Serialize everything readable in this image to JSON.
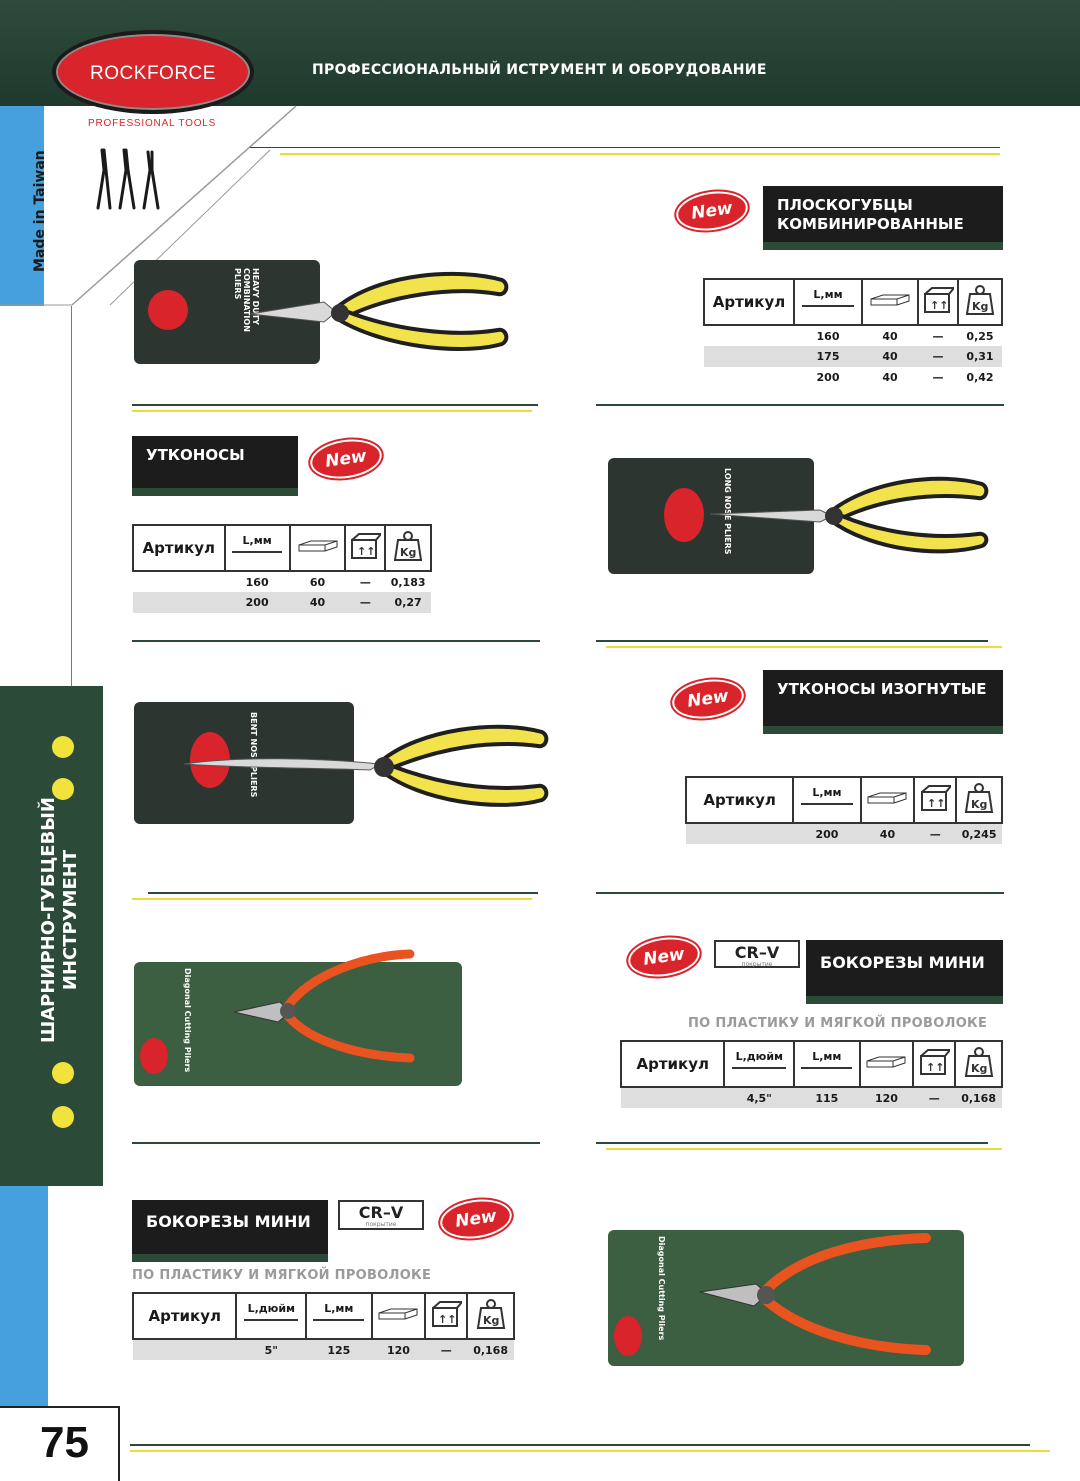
{
  "header": {
    "brand": "ROCKFORCE",
    "brand_sub": "PROFESSIONAL TOOLS",
    "tagline": "ПРОФЕССИОНАЛЬНЫЙ ИСТРУМЕНТ И ОБОРУДОВАНИЕ"
  },
  "sidebar": {
    "made_in": "Made in Taiwan",
    "category": "ШАРНИРНО-ГУБЦЕВЫЙ ИНСТРУМЕНТ"
  },
  "page_number": "75",
  "badges": {
    "new": "New",
    "crv": "CR–V",
    "crv_sub": "покрытие"
  },
  "table_headers": {
    "article": "Артикул",
    "length_mm": "L,мм",
    "length_inch": "L,дюйм",
    "kg": "Kg"
  },
  "products": [
    {
      "title": "ПЛОСКОГУБЦЫ КОМБИНИРОВАННЫЕ",
      "rows": [
        [
          "",
          "160",
          "40",
          "—",
          "0,25"
        ],
        [
          "",
          "175",
          "40",
          "—",
          "0,31"
        ],
        [
          "",
          "200",
          "40",
          "—",
          "0,42"
        ]
      ]
    },
    {
      "title": "УТКОНОСЫ",
      "rows": [
        [
          "",
          "160",
          "60",
          "—",
          "0,183"
        ],
        [
          "",
          "200",
          "40",
          "—",
          "0,27"
        ]
      ]
    },
    {
      "title": "УТКОНОСЫ ИЗОГНУТЫЕ",
      "rows": [
        [
          "",
          "200",
          "40",
          "—",
          "0,245"
        ]
      ]
    },
    {
      "title": "БОКОРЕЗЫ МИНИ",
      "subtitle": "ПО ПЛАСТИКУ И МЯГКОЙ ПРОВОЛОКЕ",
      "rows": [
        [
          "",
          "4,5\"",
          "115",
          "120",
          "—",
          "0,168"
        ]
      ]
    },
    {
      "title": "БОКОРЕЗЫ МИНИ",
      "subtitle": "ПО ПЛАСТИКУ И МЯГКОЙ ПРОВОЛОКЕ",
      "rows": [
        [
          "",
          "5\"",
          "125",
          "120",
          "—",
          "0,168"
        ]
      ]
    }
  ],
  "packaging": {
    "p1": "HEAVY DUTY COMBINATION PLIERS",
    "p2": "LONG NOSE PLIERS",
    "p3": "BENT NOSE PLIERS",
    "p4": "Diagonal Cutting Pliers",
    "p5": "Diagonal Cutting Pliers"
  },
  "colors": {
    "green": "#2b4a38",
    "blue": "#45a0dd",
    "red": "#d8242a",
    "yellow": "#e8dd3a"
  }
}
